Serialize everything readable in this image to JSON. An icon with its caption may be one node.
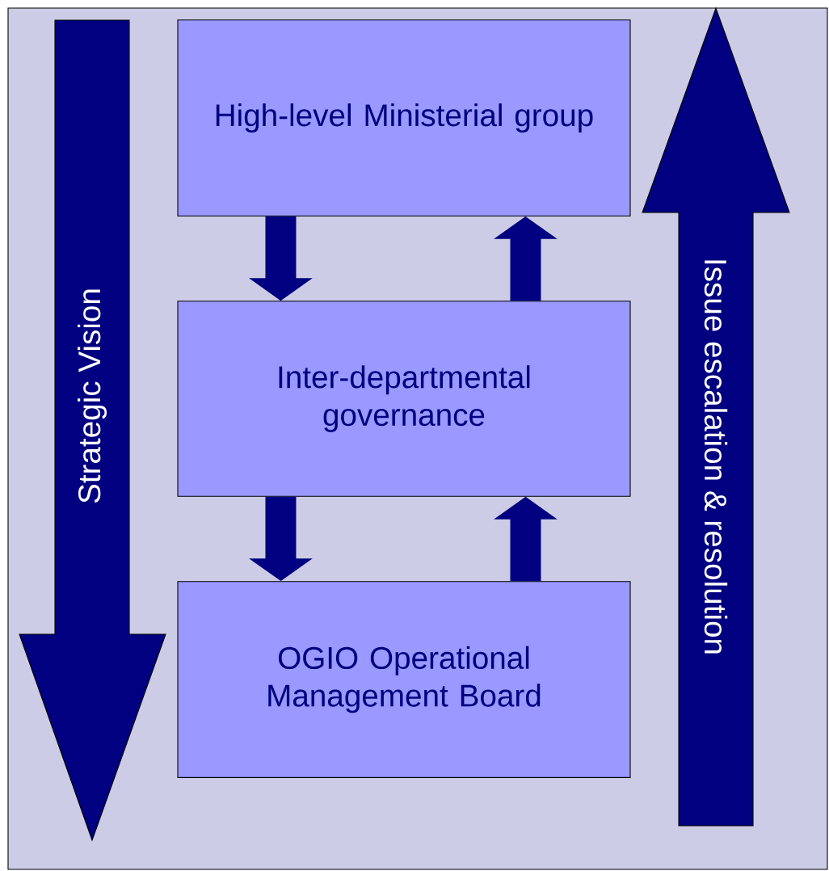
{
  "diagram": {
    "nodes": [
      {
        "text": [
          "Strategic Vision"
        ]
      },
      {
        "text": [
          "High-level Ministerial group"
        ]
      },
      {
        "text": [
          "Inter-departmental governance"
        ]
      },
      {
        "text": [
          "OGIO Operational Management Board"
        ]
      },
      {
        "text": [
          "Issue escalation & resolution"
        ]
      }
    ],
    "edges": [
      {
        "from": 1,
        "to": 2,
        "arrow": "to"
      },
      {
        "from": 2,
        "to": 1,
        "arrow": "to"
      },
      {
        "from": 2,
        "to": 3,
        "arrow": "to"
      },
      {
        "from": 3,
        "to": 2,
        "arrow": "to"
      }
    ]
  }
}
